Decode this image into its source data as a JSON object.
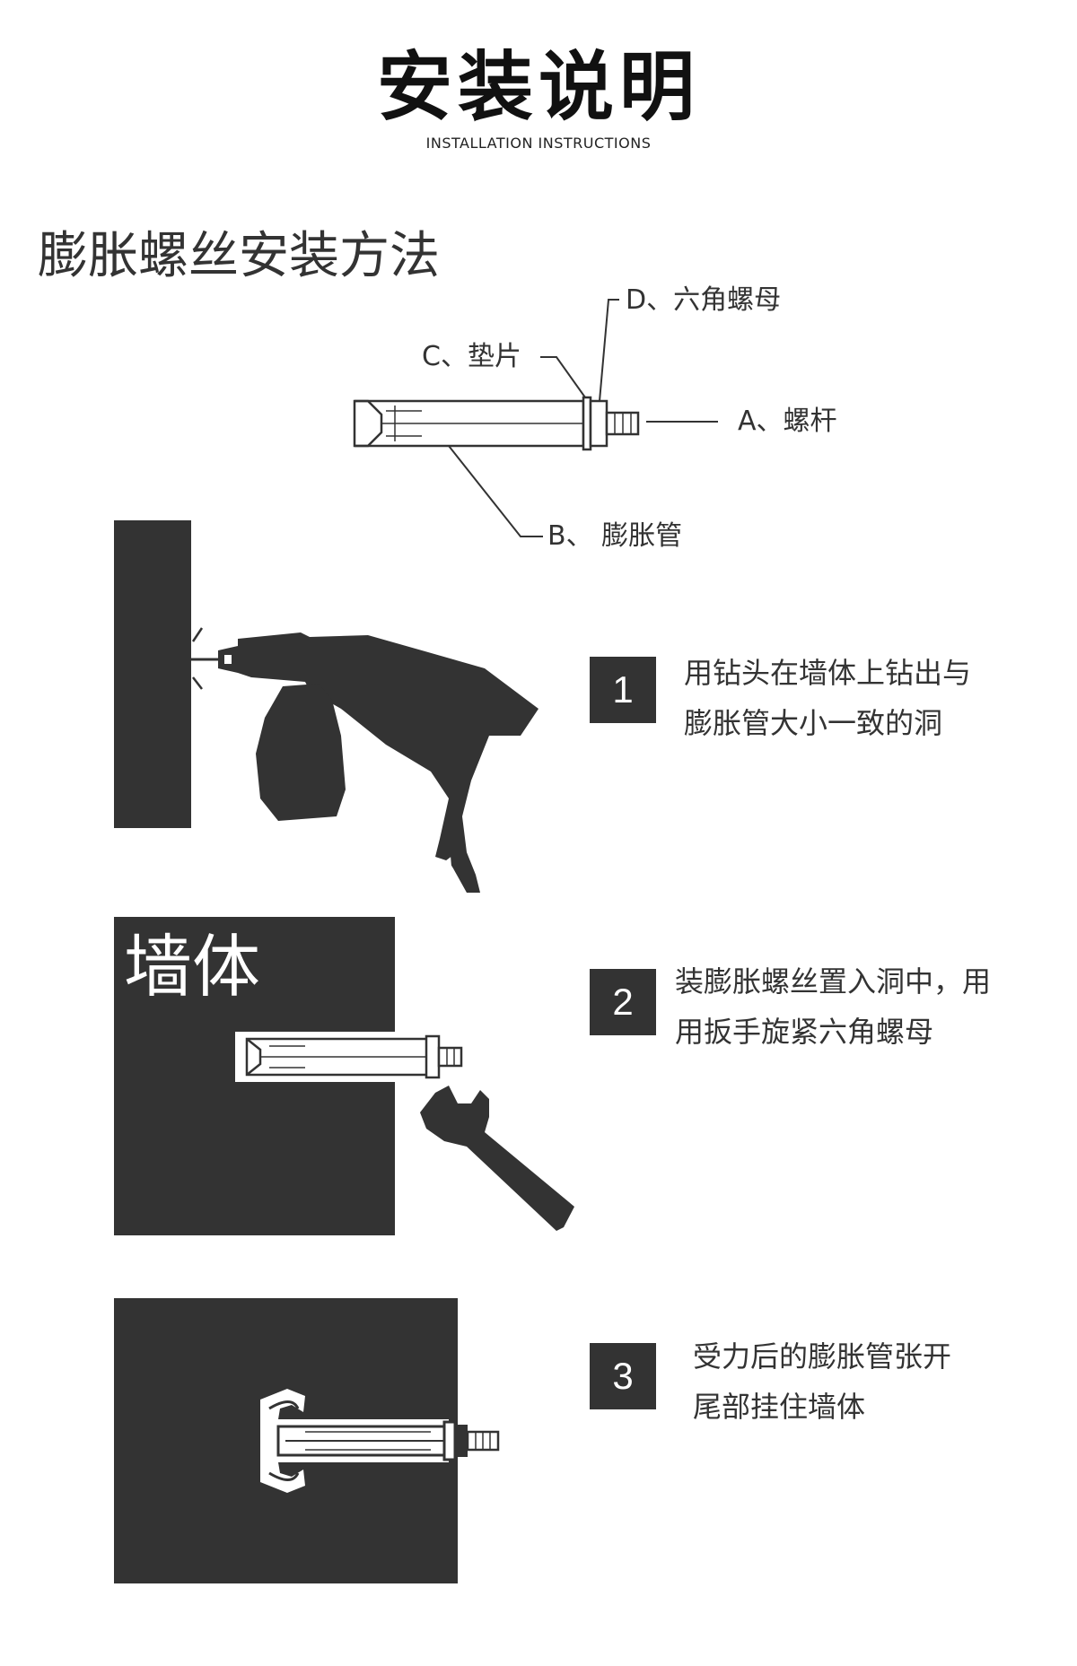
{
  "header": {
    "title": "安装说明",
    "subtitle": "INSTALLATION INSTRUCTIONS"
  },
  "section": {
    "heading": "膨胀螺丝安装方法"
  },
  "diagram": {
    "parts": {
      "d": "D、六角螺母",
      "c": "C、垫片",
      "a": "A、螺杆",
      "b": "B、 膨胀管"
    }
  },
  "steps": [
    {
      "number": "1",
      "line1": "用钻头在墙体上钻出与",
      "line2": "膨胀管大小一致的洞"
    },
    {
      "number": "2",
      "line1": "装膨胀螺丝置入洞中，用",
      "line2": "用扳手旋紧六角螺母"
    },
    {
      "number": "3",
      "line1": "受力后的膨胀管张开",
      "line2": "尾部挂住墙体"
    }
  ],
  "wall_label": "墙体",
  "colors": {
    "dark": "#333333",
    "text": "#333333",
    "background": "#ffffff"
  }
}
